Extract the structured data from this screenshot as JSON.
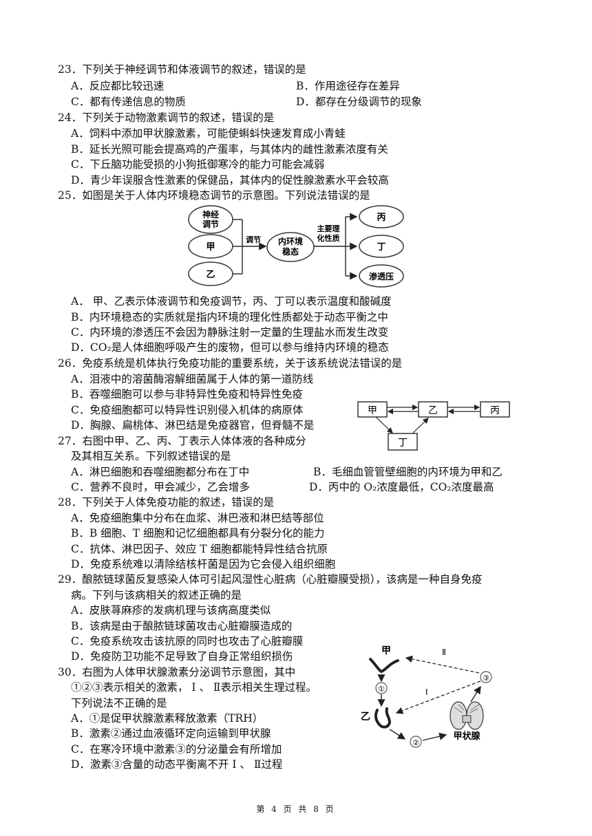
{
  "questions": [
    {
      "stem": "23．下列关于神经调节和体液调节的叙述，错误的是",
      "options": [
        "A．反应都比较迅速",
        "B．作用途径存在差异",
        "C．都有传递信息的物质",
        "D．都存在分级调节的现象"
      ]
    },
    {
      "stem": "24．下列关于动物激素调节的叙述，错误的是",
      "options": [
        "A．饲料中添加甲状腺激素，可能使蝌蚪快速发育成小青蛙",
        "B．延长光照可能会提高鸡的产蛋率，与其体内的雌性激素浓度有关",
        "C．下丘脑功能受损的小狗抵御寒冷的能力可能会减弱",
        "D．青少年误服含性激素的保健品，其体内的促性腺激素水平会较高"
      ]
    },
    {
      "stem": "25．如图是关于人体内环境稳态调节的示意图。下列说法错误的是",
      "options": [
        "A．  甲、乙表示体液调节和免疫调节，丙、丁可以表示温度和酸碱度",
        "B．内环境稳态的实质就是指内环境的理化性质都处于动态平衡之中",
        "C．内环境的渗透压不会因为静脉注射一定量的生理盐水而发生改变",
        "D．CO₂是人体细胞呼吸产生的废物，但可以参与维持内环境的稳态"
      ]
    },
    {
      "stem": "26．免疫系统是机体执行免疫功能的重要系统，关于该系统说法错误的是",
      "options": [
        "A．泪液中的溶菌酶溶解细菌属于人体的第一道防线",
        "B．吞噬细胞可以参与非特异性免疫和特异性免疫",
        "C．免疫细胞都可以特异性识别侵入机体的病原体",
        "D．胸腺、扁桃体、淋巴结是免疫器官，但脊髓不是"
      ]
    },
    {
      "stem_lines": [
        "27．右图中甲、乙、丙、丁表示人体体液的各种成分",
        "及其相互关系。下列叙述错误的是"
      ],
      "options": [
        "A．淋巴细胞和吞噬细胞都分布在丁中",
        "B．毛细血管管壁细胞的内环境为甲和乙",
        "C．营养不良时，甲会减少，乙会增多",
        "D．丙中的  O₂浓度最低，CO₂浓度最高"
      ]
    },
    {
      "stem": "28．下列关于人体免疫功能的叙述，错误的是",
      "options": [
        "A．免疫细胞集中分布在血浆、淋巴液和淋巴结等部位",
        "B．B 细胞、T 细胞和记忆细胞都具有分裂分化的能力",
        "C．抗体、淋巴因子、效应  T 细胞都能特异性结合抗原",
        "D．免疫系统难以清除结核杆菌是因为它会侵入组织细胞"
      ]
    },
    {
      "stem_lines": [
        "29．酿脓链球菌反复感染人体可引起风湿性心脏病（心脏瓣膜受损），该病是一种自身免疫",
        "病。下列与该病相关的叙述正确的是"
      ],
      "options": [
        "A．皮肤荨麻疹的发病机理与该病高度类似",
        "B．该病是由于酿脓链球菌攻击心脏瓣膜造成的",
        "C．免疫系统攻击该抗原的同时也攻击了心脏瓣膜",
        "D．免疫防卫功能不足导致了自身正常组织损伤"
      ]
    },
    {
      "stem_lines": [
        "30．右图为人体甲状腺激素分泌调节示意图，其中",
        "①②③表示相关的激素，   Ⅰ 、 Ⅱ表示相关生理过程。",
        "下列说法不正确的是"
      ],
      "options": [
        "A．①是促甲状腺激素释放激素（TRH）",
        "B．激素②通过血液循环定向运输到甲状腺",
        "C．在寒冷环境中激素③的分泌量会有所增加",
        "D．激素③含量的动态平衡离不开  Ⅰ 、 Ⅱ过程"
      ]
    }
  ],
  "diagram25": {
    "left": [
      "神经\n调节",
      "甲",
      "乙"
    ],
    "regulate": "调节",
    "center": "内环境\n稳态",
    "props": "主要理\n化性质",
    "right": [
      "丙",
      "丁",
      "渗透压"
    ]
  },
  "diagram27": {
    "boxes": [
      "甲",
      "乙",
      "丙",
      "丁"
    ]
  },
  "diagram30": {
    "labels": [
      "甲",
      "乙",
      "甲状腺",
      "①",
      "②",
      "③",
      "Ⅰ",
      "Ⅱ"
    ]
  },
  "footer": "第 4 页 共 8 页"
}
